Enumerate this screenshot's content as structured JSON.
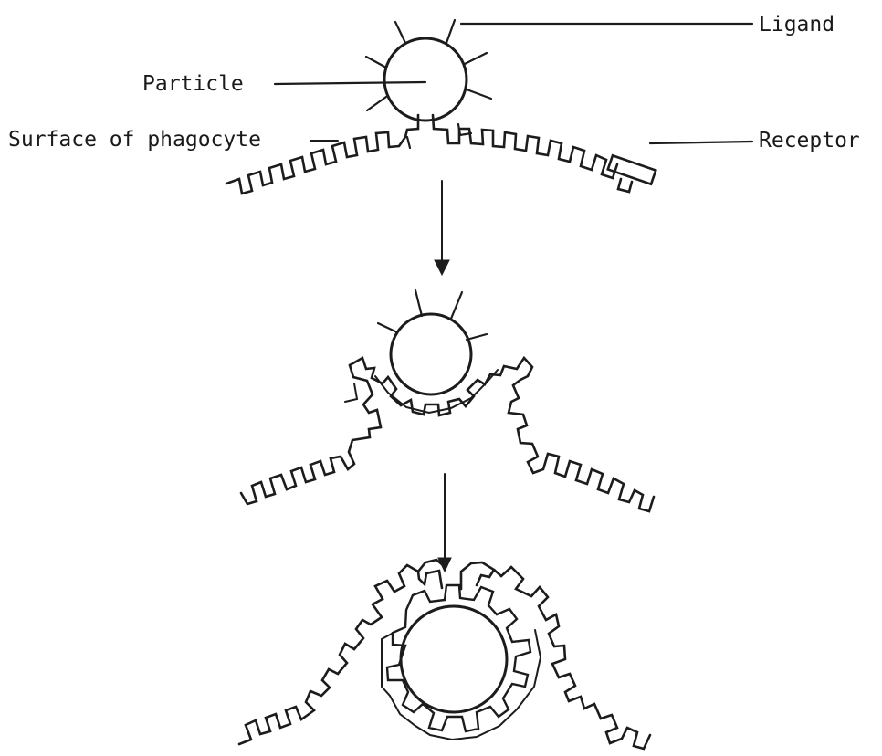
{
  "labels": {
    "ligand": "Ligand",
    "particle": "Particle",
    "surface": "Surface of phagocyte",
    "receptor": "Receptor"
  }
}
